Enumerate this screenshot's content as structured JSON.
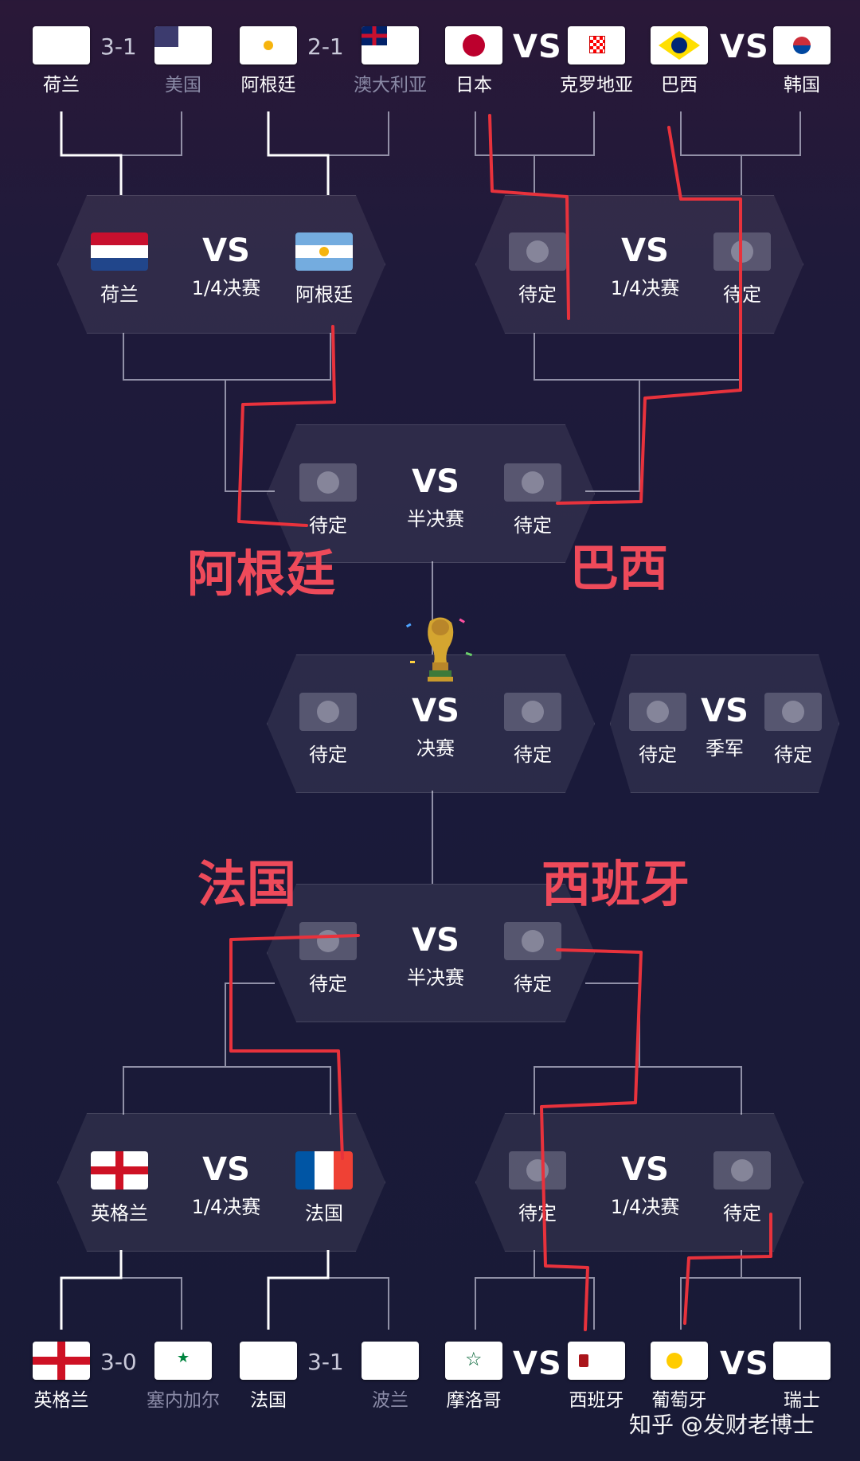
{
  "r16_top": [
    {
      "home": "荷兰",
      "home_flag": "netherlands-flag",
      "score": "3-1",
      "away": "美国",
      "away_flag": "usa-flag"
    },
    {
      "home": "阿根廷",
      "home_flag": "argentina-flag",
      "score": "2-1",
      "away": "澳大利亚",
      "away_flag": "australia-flag"
    },
    {
      "home": "日本",
      "home_flag": "japan-flag",
      "score": "VS",
      "away": "克罗地亚",
      "away_flag": "croatia-flag"
    },
    {
      "home": "巴西",
      "home_flag": "brazil-flag",
      "score": "VS",
      "away": "韩国",
      "away_flag": "korea-flag"
    }
  ],
  "qf_top": [
    {
      "home": "荷兰",
      "vs": "VS",
      "stage": "1/4决赛",
      "away": "阿根廷"
    },
    {
      "home": "待定",
      "vs": "VS",
      "stage": "1/4决赛",
      "away": "待定"
    }
  ],
  "sf_top": {
    "home": "待定",
    "vs": "VS",
    "stage": "半决赛",
    "away": "待定"
  },
  "final": {
    "home": "待定",
    "vs": "VS",
    "stage": "决赛",
    "away": "待定"
  },
  "third": {
    "home": "待定",
    "vs": "VS",
    "stage": "季军",
    "away": "待定"
  },
  "sf_bottom": {
    "home": "待定",
    "vs": "VS",
    "stage": "半决赛",
    "away": "待定"
  },
  "qf_bottom": [
    {
      "home": "英格兰",
      "vs": "VS",
      "stage": "1/4决赛",
      "away": "法国"
    },
    {
      "home": "待定",
      "vs": "VS",
      "stage": "1/4决赛",
      "away": "待定"
    }
  ],
  "r16_bottom": [
    {
      "home": "英格兰",
      "home_flag": "england-flag",
      "score": "3-0",
      "away": "塞内加尔",
      "away_flag": "senegal-flag"
    },
    {
      "home": "法国",
      "home_flag": "france-flag",
      "score": "3-1",
      "away": "波兰",
      "away_flag": "poland-flag"
    },
    {
      "home": "摩洛哥",
      "home_flag": "morocco-flag",
      "score": "VS",
      "away": "西班牙",
      "away_flag": "spain-flag"
    },
    {
      "home": "葡萄牙",
      "home_flag": "portugal-flag",
      "score": "VS",
      "away": "瑞士",
      "away_flag": "switzerland-flag"
    }
  ],
  "annotations": {
    "top_left": "阿根廷",
    "top_right": "巴西",
    "bottom_left": "法国",
    "bottom_right": "西班牙"
  },
  "watermark": "知乎 @发财老博士",
  "colors": {
    "background": "#1c1a38",
    "annotation": "#ee4a5a",
    "bracket_line": "#cfcfe0"
  }
}
